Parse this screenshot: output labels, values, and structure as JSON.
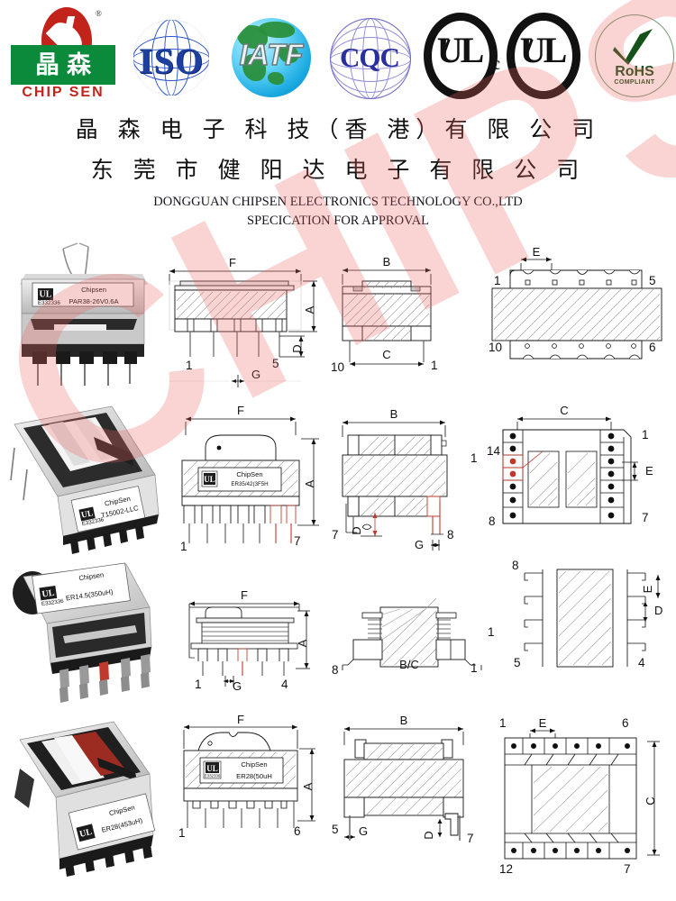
{
  "brand": {
    "logo_cn": [
      "晶",
      "森"
    ],
    "logo_en": "CHIP SEN",
    "registered_mark": "®"
  },
  "certifications": [
    {
      "name": "chipsen-logo",
      "text": "CHIP SEN"
    },
    {
      "name": "iso-logo",
      "text": "ISO"
    },
    {
      "name": "iatf-logo",
      "text": "IATF"
    },
    {
      "name": "cqc-logo",
      "text": "CQC"
    },
    {
      "name": "ul-logo-1",
      "text": "UL"
    },
    {
      "name": "ul-logo-2",
      "text": "UL",
      "prefix": "c"
    },
    {
      "name": "rohs-logo",
      "text": "RoHS",
      "sub": "COMPLIANT"
    }
  ],
  "header": {
    "company_cn_hk": "晶 森 电 子 科 技（香 港）有 限 公 司",
    "company_cn_dg": "东 莞 市 健 阳 达 电 子  有 限 公 司",
    "company_en": "DONGGUAN CHIPSEN ELECTRONICS TECHNOLOGY  CO.,LTD",
    "doc_title": "SPECICATION FOR APPROVAL"
  },
  "watermark": {
    "text": "CHIPSEN",
    "color": "#ed6060"
  },
  "products": [
    {
      "id": "row-1",
      "photo_label": {
        "brand": "Chipsen",
        "part": "PAR38-26V0.6A",
        "ul_file": "E332336"
      },
      "front_view": {
        "dims": [
          "F",
          "A",
          "D",
          "G"
        ],
        "pins": [
          "1",
          "5"
        ]
      },
      "side_view": {
        "dims": [
          "B",
          "C"
        ],
        "pins": [
          "10",
          "1"
        ]
      },
      "top_view": {
        "dims": [
          "E"
        ],
        "pins": [
          "1",
          "5",
          "10",
          "6"
        ]
      }
    },
    {
      "id": "row-2",
      "photo_label": {
        "brand": "ChipSen",
        "part": "T15002-LLC",
        "ul_file": "E332336"
      },
      "front_view": {
        "dims": [
          "F",
          "A"
        ],
        "pins": [
          "1",
          "7"
        ],
        "drawing_label": {
          "brand": "ChipSen",
          "part": "ER35/42(3F5H"
        }
      },
      "side_view": {
        "dims": [
          "B",
          "D",
          "G"
        ],
        "pins": [
          "7",
          "8",
          "1"
        ]
      },
      "bottom_view": {
        "dims": [
          "C",
          "E"
        ],
        "pins": [
          "14",
          "8",
          "1",
          "7"
        ]
      }
    },
    {
      "id": "row-3",
      "photo_label": {
        "brand": "Chipsen",
        "part": "ER14.5(350uH)",
        "ul_file": "E332336"
      },
      "front_view": {
        "dims": [
          "F",
          "A",
          "G"
        ],
        "pins": [
          "1",
          "4"
        ]
      },
      "side_view": {
        "dims": [
          "B/C"
        ],
        "pins": [
          "8",
          "1"
        ]
      },
      "top_view": {
        "dims": [
          "E",
          "D"
        ],
        "pins": [
          "8",
          "5",
          "1",
          "4"
        ]
      }
    },
    {
      "id": "row-4",
      "photo_label": {
        "brand": "ChipSen",
        "part": "ER28(453uH)"
      },
      "front_view": {
        "dims": [
          "F",
          "A"
        ],
        "pins": [
          "1",
          "6"
        ],
        "drawing_label": {
          "brand": "ChipSen",
          "part": "ER28(50uH",
          "ul_file": "E332336"
        }
      },
      "side_view": {
        "dims": [
          "B",
          "G",
          "D"
        ],
        "pins": [
          "5",
          "7"
        ]
      },
      "bottom_view": {
        "dims": [
          "E",
          "C"
        ],
        "pins": [
          "1",
          "6",
          "12",
          "7"
        ]
      }
    }
  ]
}
